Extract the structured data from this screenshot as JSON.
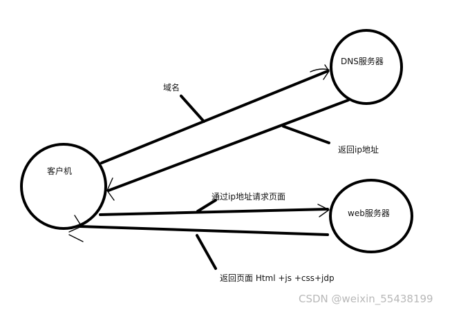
{
  "nodes": {
    "client": "客户机",
    "dns": "DNS服务器",
    "web": "web服务器"
  },
  "labels": {
    "domain": "域名",
    "return_ip": "返回ip地址",
    "request_page": "通过ip地址请求页面",
    "return_page": "返回页面 Html +js +css+jdp"
  },
  "watermark": "CSDN @weixin_55438199",
  "colors": {
    "stroke": "#000000",
    "text": "#111111",
    "watermark": "#b8b8b8"
  }
}
